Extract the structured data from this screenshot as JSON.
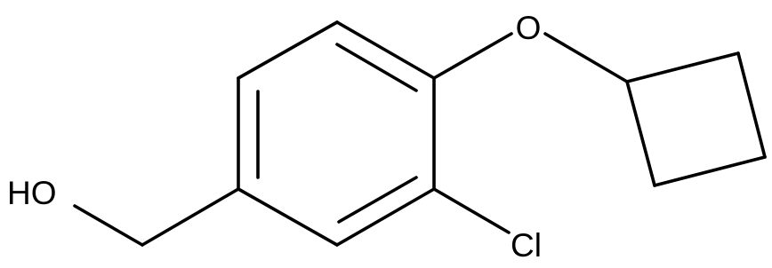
{
  "molecule": {
    "atoms": {
      "hydroxyl": "HO",
      "ether_oxygen": "O",
      "chlorine": "Cl"
    },
    "colors": {
      "bond": "#000000",
      "label": "#000000",
      "background": "#ffffff"
    }
  }
}
